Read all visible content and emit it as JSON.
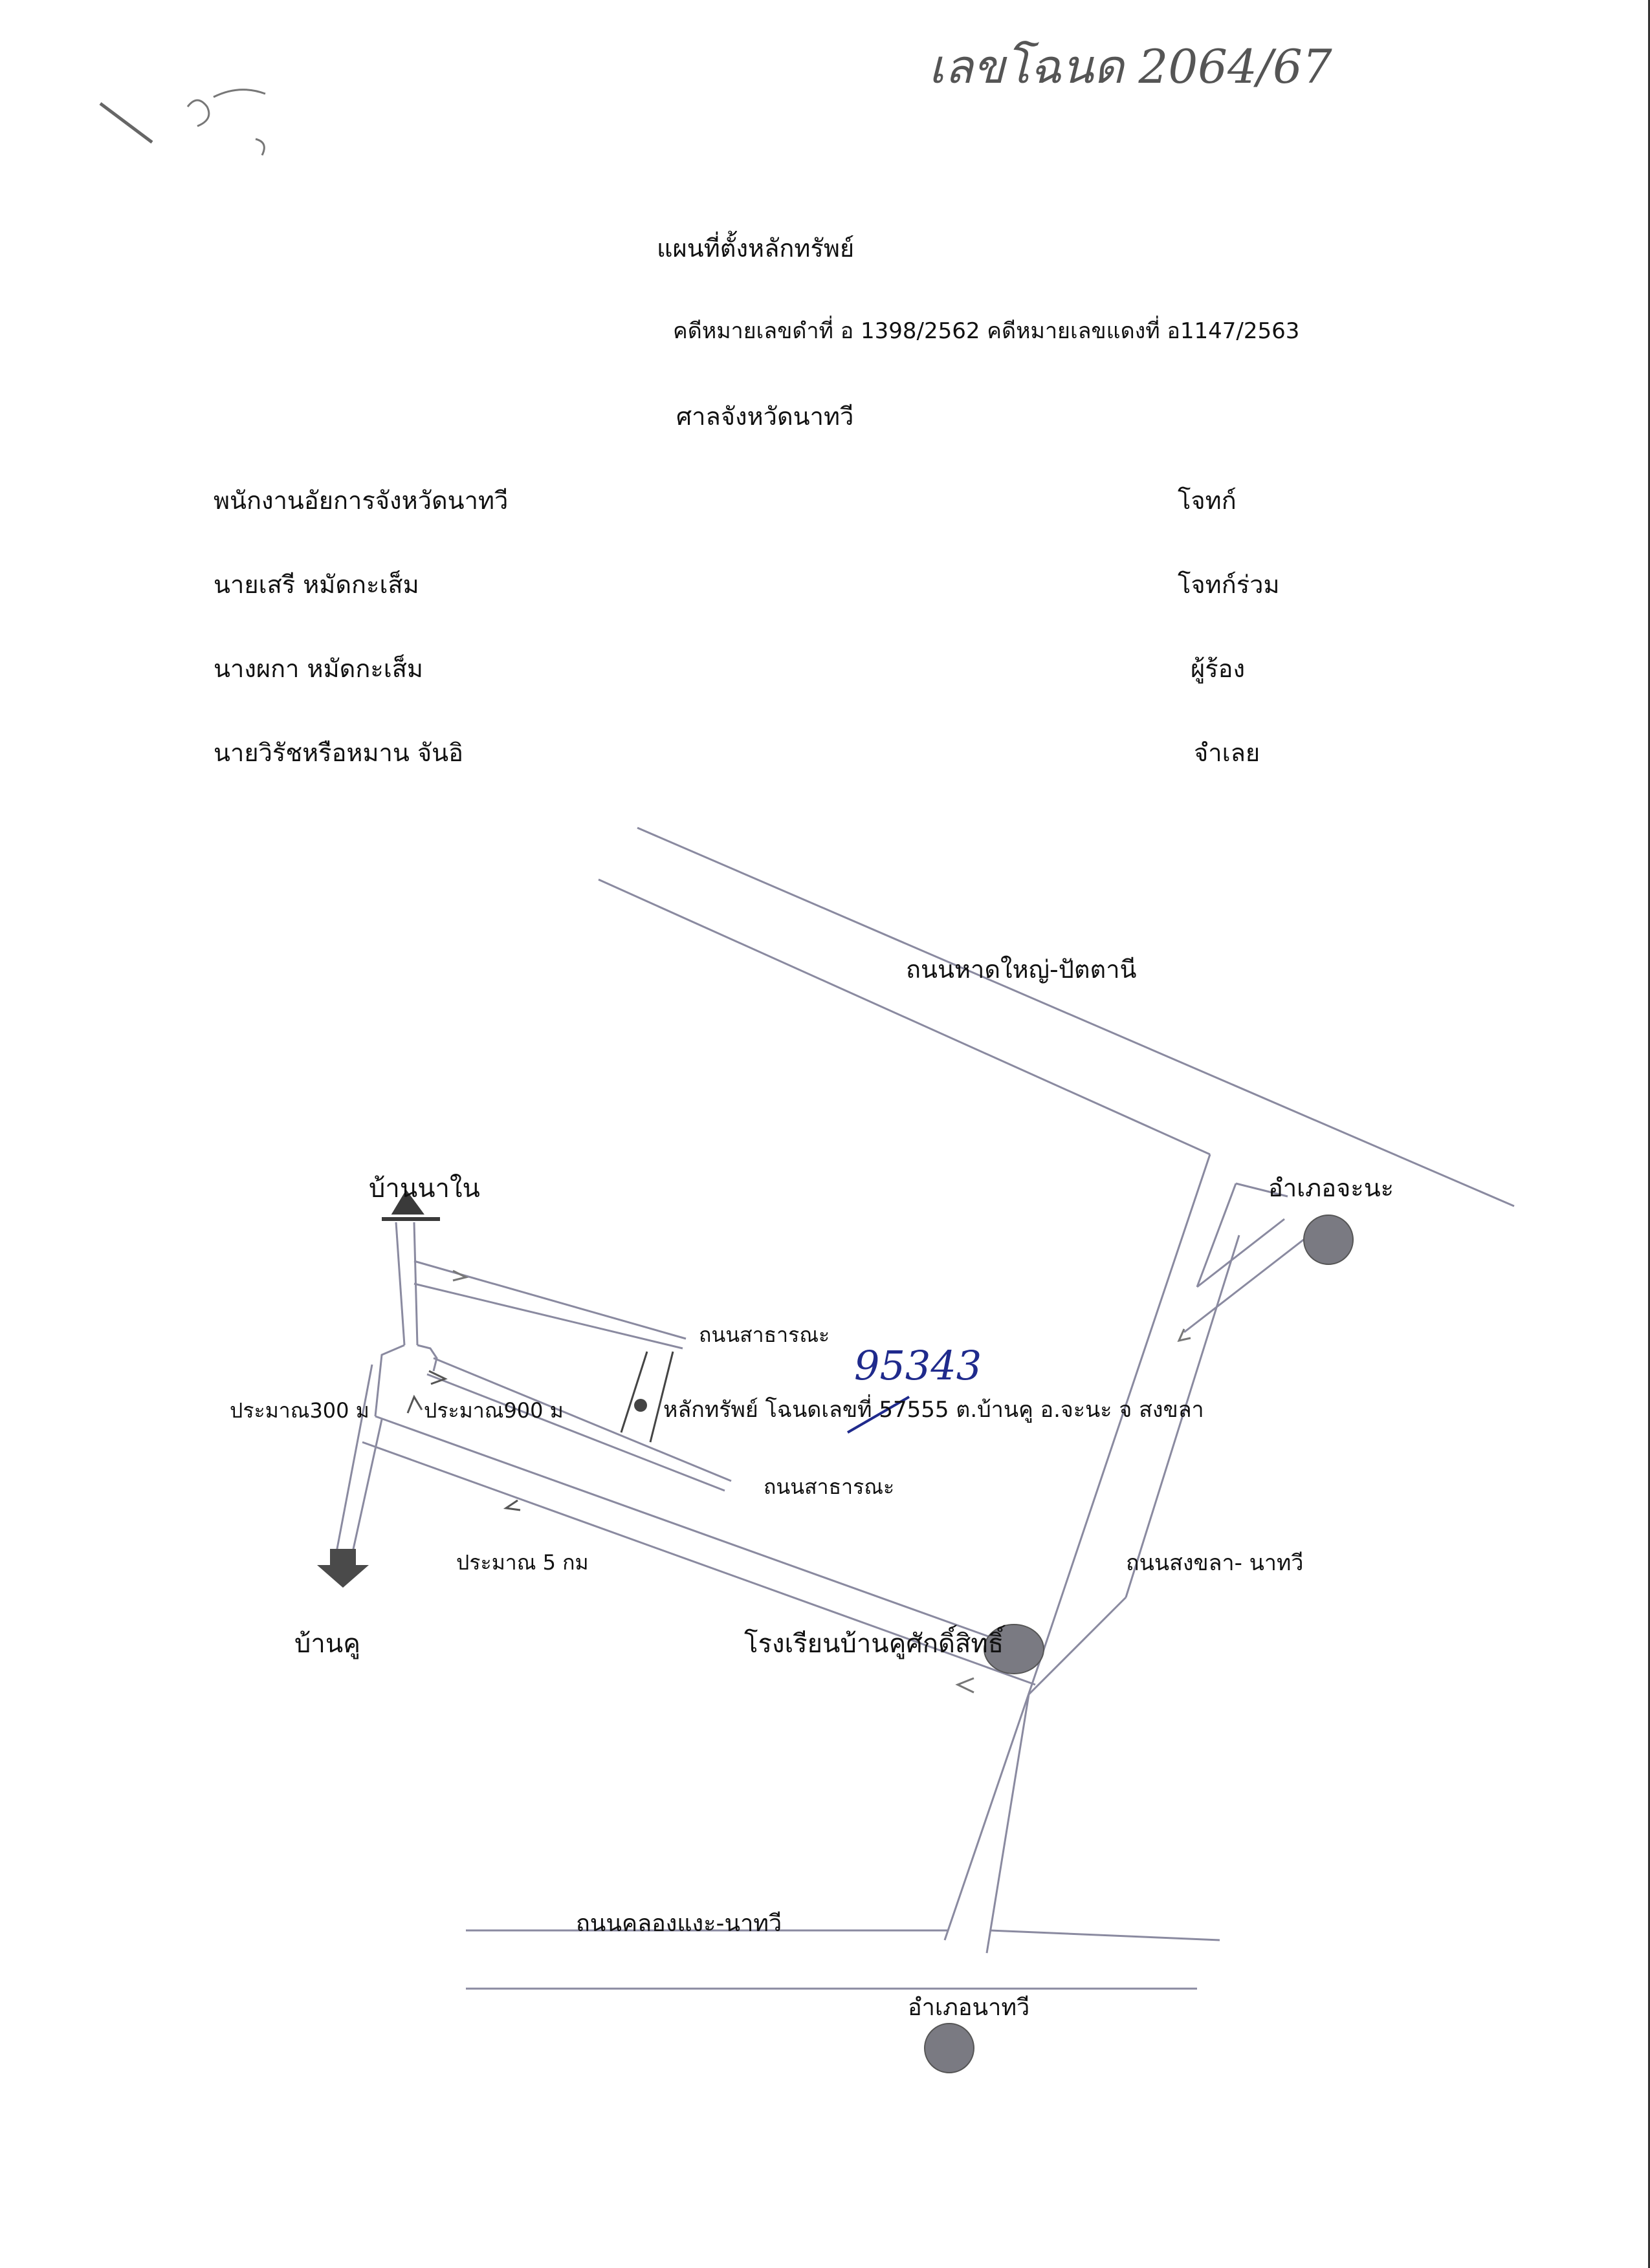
{
  "handwritten": {
    "top_right_note": "เลขโฉนด 2064/67",
    "top_left_mark": "ไม่ระบุ",
    "corrected_title_deed": "95343"
  },
  "header": {
    "title": "แผนที่ตั้งหลักทรัพย์",
    "case_numbers": "คดีหมายเลขดำที่ อ 1398/2562  คดีหมายเลขแดงที่ อ1147/2563",
    "court": "ศาลจังหวัดนาทวี"
  },
  "parties": [
    {
      "name": "พนักงานอัยการจังหวัดนาทวี",
      "role": "โจทก์"
    },
    {
      "name": "นายเสรี   หมัดกะเส็ม",
      "role": "โจทก์ร่วม"
    },
    {
      "name": "นางผกา   หมัดกะเส็ม",
      "role": "ผู้ร้อง"
    },
    {
      "name": "นายวิรัชหรือหมาน   จันอิ",
      "role": "จำเลย"
    }
  ],
  "map": {
    "roads": {
      "hatyai_pattani": "ถนนหาดใหญ่-ปัตตานี",
      "public_road_upper": "ถนนสาธารณะ",
      "public_road_lower": "ถนนสาธารณะ",
      "songkhla_nathawi": "ถนนสงขลา- นาทวี",
      "khlongngae_nathawi": "ถนนคลองแงะ-นาทวี"
    },
    "places": {
      "ban_na_nai": "บ้านนาใน",
      "ban_khu": "บ้านคู",
      "amphoe_chana": "อำเภอจะนะ",
      "amphoe_nathawi": "อำเภอนาทวี",
      "school": "โรงเรียนบ้านคูศักดิ์สิทธิ์"
    },
    "distances": {
      "approx_300m": "ประมาณ300 ม",
      "approx_900m": "ประมาณ900 ม",
      "approx_5km": "ประมาณ 5 กม"
    },
    "property": {
      "label_prefix": "หลักทรัพย์ โฉนดเลขที่ ",
      "deed_number": "57555",
      "label_suffix": " ต.บ้านคู  อ.จะนะ จ สงขลา"
    },
    "colors": {
      "road_line": "#8a8aa0",
      "marker": "#7a7a82",
      "ink_blue": "#1f2a8c",
      "arrow": "#4a4a4a"
    }
  }
}
